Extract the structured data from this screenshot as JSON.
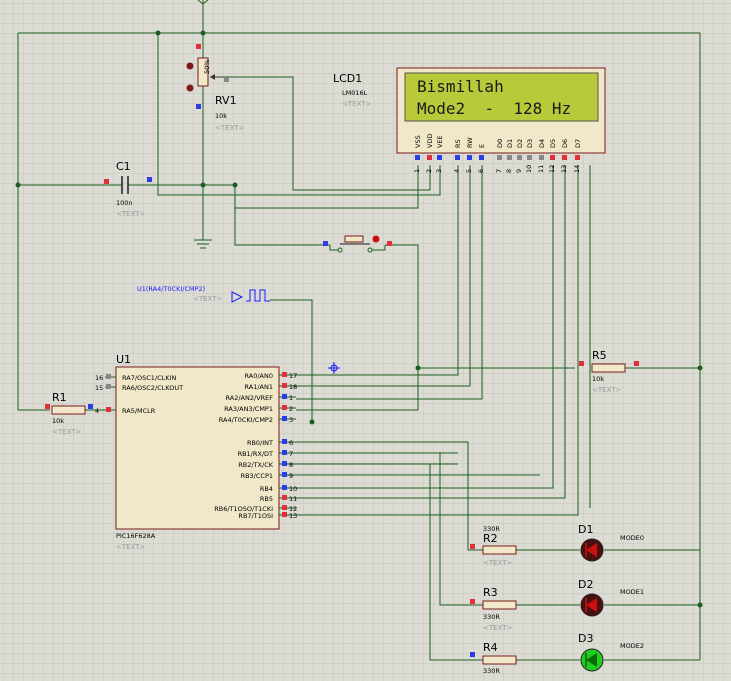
{
  "colors": {
    "background": "#dcdcd4",
    "grid": "#c4c4bc",
    "wire": "#1b5e20",
    "component_fill": "#f0e8c8",
    "component_stroke": "#7a1a1a",
    "pin_red": "#e0303a",
    "pin_blue": "#2a3ee8",
    "pin_grey": "#888888",
    "lcd_screen": "#b8c93a",
    "led_red": "#cc1010",
    "led_green": "#22cc22",
    "probe": "#1a1aff"
  },
  "placeholder": "<TEXT>",
  "lcd": {
    "ref": "LCD1",
    "part": "LM016L",
    "line1": "Bismillah",
    "line2": "Mode2  -  128 Hz",
    "pin_names": [
      "VSS",
      "VDD",
      "VEE",
      "RS",
      "RW",
      "E",
      "D0",
      "D1",
      "D2",
      "D3",
      "D4",
      "D5",
      "D6",
      "D7"
    ],
    "pin_numbers": [
      "1",
      "2",
      "3",
      "4",
      "5",
      "6",
      "7",
      "8",
      "9",
      "10",
      "11",
      "12",
      "13",
      "14"
    ]
  },
  "rv1": {
    "ref": "RV1",
    "value": "10k",
    "percent": "50%"
  },
  "c1": {
    "ref": "C1",
    "value": "100n"
  },
  "r1": {
    "ref": "R1",
    "value": "10k"
  },
  "r5": {
    "ref": "R5",
    "value": "10k"
  },
  "r2": {
    "ref": "R2",
    "value": "330R"
  },
  "r3": {
    "ref": "R3",
    "value": "330R"
  },
  "r4": {
    "ref": "R4",
    "value": "330R"
  },
  "d1": {
    "ref": "D1",
    "label": "MODE0"
  },
  "d2": {
    "ref": "D2",
    "label": "MODE1"
  },
  "d3": {
    "ref": "D3",
    "label": "MODE2"
  },
  "gen": {
    "label": "U1(RA4/T0CKI/CMP2)"
  },
  "u1": {
    "ref": "U1",
    "part": "PIC16F628A",
    "left_pins": [
      {
        "name": "RA7/OSC1/CLKIN",
        "num": "16"
      },
      {
        "name": "RA6/OSC2/CLKOUT",
        "num": "15"
      },
      {
        "name": "RA5/MCLR",
        "num": "4"
      }
    ],
    "right_pins": [
      {
        "name": "RA0/AN0",
        "num": "17"
      },
      {
        "name": "RA1/AN1",
        "num": "18"
      },
      {
        "name": "RA2/AN2/VREF",
        "num": "1"
      },
      {
        "name": "RA3/AN3/CMP1",
        "num": "2"
      },
      {
        "name": "RA4/T0CKI/CMP2",
        "num": "3"
      },
      {
        "name": "RB0/INT",
        "num": "6"
      },
      {
        "name": "RB1/RX/DT",
        "num": "7"
      },
      {
        "name": "RB2/TX/CK",
        "num": "8"
      },
      {
        "name": "RB3/CCP1",
        "num": "9"
      },
      {
        "name": "RB4",
        "num": "10"
      },
      {
        "name": "RB5",
        "num": "11"
      },
      {
        "name": "RB6/T1OSO/T1CKI",
        "num": "12"
      },
      {
        "name": "RB7/T1OSI",
        "num": "13"
      }
    ]
  }
}
